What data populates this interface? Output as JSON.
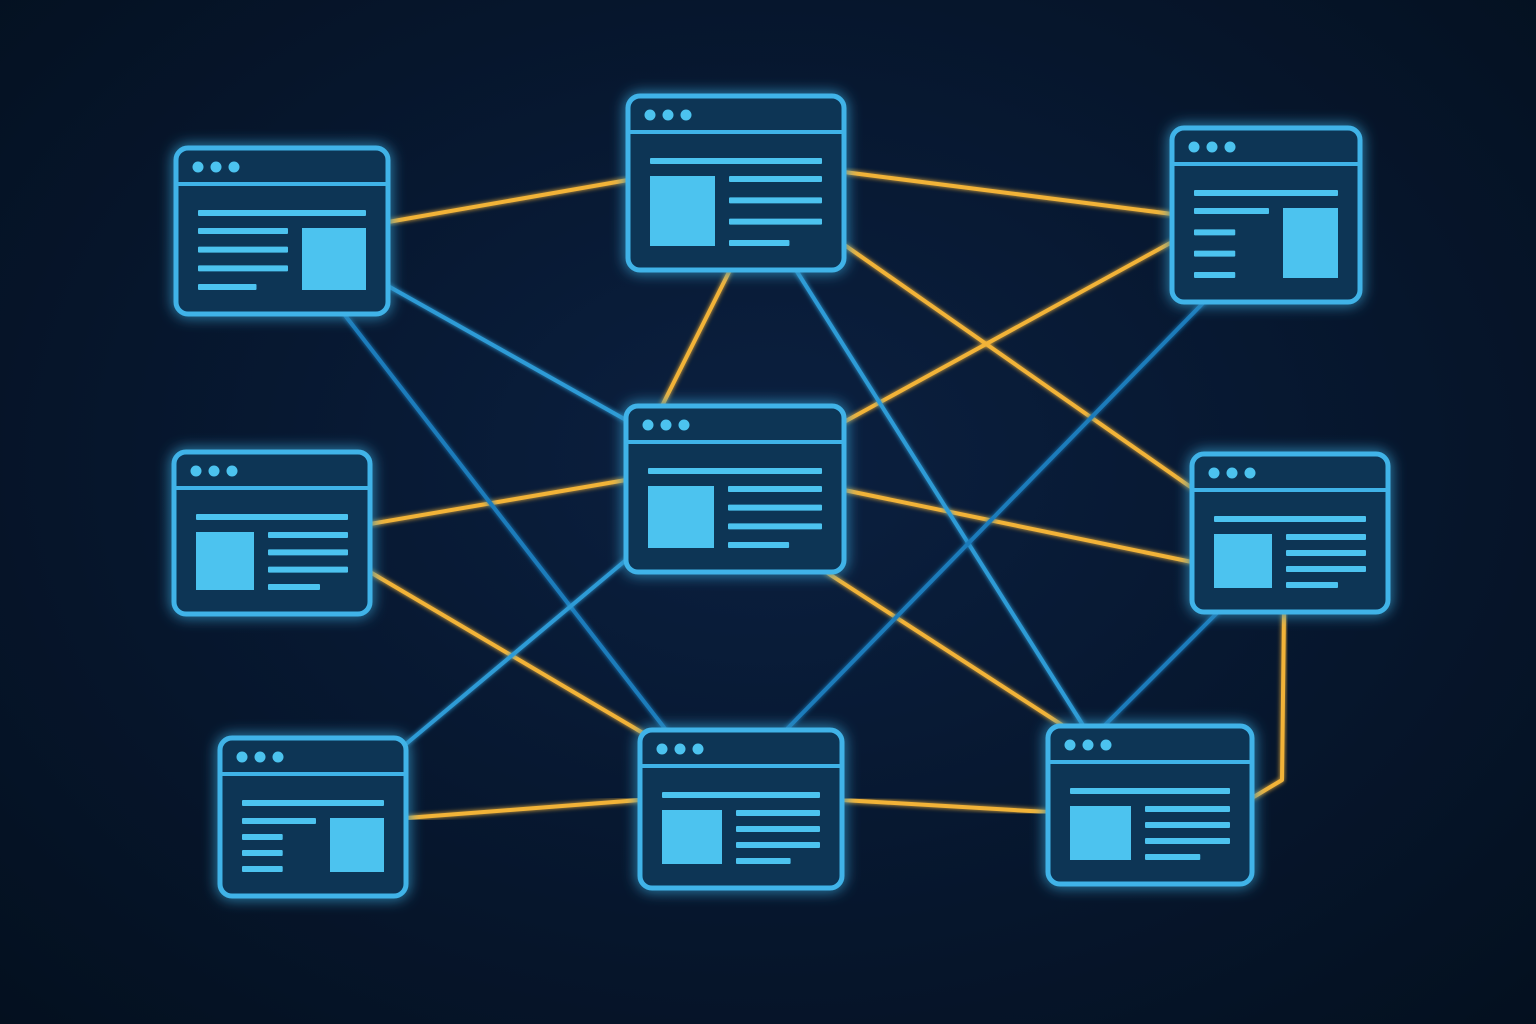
{
  "colors": {
    "background": "#061529",
    "window_border": "#3fb3e8",
    "window_fill": "#0f3455",
    "content_block": "#4cc3ef",
    "link_gold": "#f2b339",
    "link_blue": "#2d9bd6",
    "link_blue_deep": "#1f7bbb"
  },
  "nodes": [
    {
      "id": "n1",
      "icon": "browser-window-icon",
      "layout": "image-right"
    },
    {
      "id": "n2",
      "icon": "browser-window-icon",
      "layout": "image-left"
    },
    {
      "id": "n3",
      "icon": "browser-window-icon",
      "layout": "image-right-of-lines"
    },
    {
      "id": "n4",
      "icon": "browser-window-icon",
      "layout": "image-left"
    },
    {
      "id": "n5",
      "icon": "browser-window-icon",
      "layout": "image-left"
    },
    {
      "id": "n6",
      "icon": "browser-window-icon",
      "layout": "image-left"
    },
    {
      "id": "n7",
      "icon": "browser-window-icon",
      "layout": "image-right-of-lines"
    },
    {
      "id": "n8",
      "icon": "browser-window-icon",
      "layout": "image-left"
    },
    {
      "id": "n9",
      "icon": "browser-window-icon",
      "layout": "image-left"
    }
  ],
  "links": [
    {
      "from": "n1",
      "to": "n2",
      "color": "gold"
    },
    {
      "from": "n2",
      "to": "n3",
      "color": "gold"
    },
    {
      "from": "n1",
      "to": "n4",
      "color": "gold"
    },
    {
      "from": "n4",
      "to": "n7",
      "color": "gold"
    },
    {
      "from": "n3",
      "to": "n6",
      "color": "gold"
    },
    {
      "from": "n7",
      "to": "n8",
      "color": "gold"
    },
    {
      "from": "n8",
      "to": "n9",
      "color": "gold"
    },
    {
      "from": "n9",
      "to": "n6",
      "color": "gold"
    },
    {
      "from": "n2",
      "to": "n5",
      "color": "gold"
    },
    {
      "from": "n3",
      "to": "n5",
      "color": "gold"
    },
    {
      "from": "n4",
      "to": "n5",
      "color": "gold"
    },
    {
      "from": "n5",
      "to": "n6",
      "color": "gold"
    },
    {
      "from": "n5",
      "to": "n8",
      "color": "gold"
    },
    {
      "from": "n4",
      "to": "n8",
      "color": "gold"
    },
    {
      "from": "n5",
      "to": "n9",
      "color": "gold"
    },
    {
      "from": "n2",
      "to": "n6",
      "color": "gold"
    },
    {
      "from": "n1",
      "to": "n5",
      "color": "blue"
    },
    {
      "from": "n1",
      "to": "n8",
      "color": "blue"
    },
    {
      "from": "n2",
      "to": "n9",
      "color": "blue"
    },
    {
      "from": "n3",
      "to": "n8",
      "color": "blue"
    },
    {
      "from": "n5",
      "to": "n7",
      "color": "blue"
    },
    {
      "from": "n6",
      "to": "n9",
      "color": "blue"
    }
  ]
}
